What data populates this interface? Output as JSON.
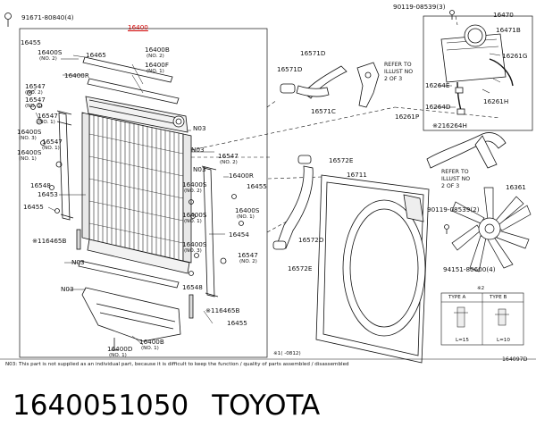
{
  "diagram": {
    "labels": {
      "p16400_main": "16400",
      "p91671": "91671-80840(4)",
      "p16455_a": "16455",
      "p16400S_a": "16400S",
      "p16400S_a_sub": "(NO. 2)",
      "p16465": "16465",
      "p16400B": "16400B",
      "p16400B_sub": "(NO. 2)",
      "p16400F": "16400F",
      "p16400F_sub": "(NO. 1)",
      "p16400R": "16400R",
      "p16547_a": "16547",
      "p16547_a_sub": "(NO. 2)",
      "p16547_b": "16547",
      "p16547_b_sub": "(NO. 1)",
      "p16400S_b": "16400S",
      "p16400S_b_sub": "(NO. 3)",
      "p16547_c": "16547",
      "p16547_c_sub": "(NO. 1)",
      "p16400S_c": "16400S",
      "p16400S_c_sub": "(NO. 1)",
      "p16548_a": "16548",
      "p16453": "16453",
      "p16455_b": "16455",
      "p16465B_a": "※116465B",
      "pN03_a": "N03",
      "pN03_b": "N03",
      "pN03_c": "N03",
      "pN03_d": "N03",
      "pN03_e": "N03",
      "p16547_d": "16547",
      "p16547_d_sub": "(NO. 2)",
      "p16400R_b": "16400R",
      "p16455_c": "16455",
      "p16400S_d": "16400S",
      "p16400S_d_sub": "(NO. 2)",
      "p16400S_e": "16400S",
      "p16400S_e_sub": "(NO. 1)",
      "p16454": "16454",
      "p16400S_f": "16400S",
      "p16400S_f_sub": "(NO. 3)",
      "p16547_e": "16547",
      "p16547_e_sub": "(NO. 2)",
      "p16548_b": "16548",
      "p16465B_b": "※116465B",
      "p16455_d": "16455",
      "p16400D": "16400D",
      "p16400D_sub": "(NO. 1)",
      "p16400B_b": "16400B",
      "p16400B_b_sub": "(NO. 1)",
      "p16571D": "16571D",
      "p16571C": "16571C",
      "refer1_l1": "REFER TO",
      "refer1_l2": "ILLUST NO",
      "refer1_l3": "2 OF 3",
      "p16571D_b": "16571D",
      "p16572E_a": "16572E",
      "p16711": "16711",
      "p16572D": "16572D",
      "p16572E_b": "16572E",
      "p90119_top": "90119-08539(3)",
      "p16470": "16470",
      "p16471B": "16471B",
      "p16261G": "16261G",
      "p16264E": "16264E",
      "p16264D": "16264D",
      "p16261H": "16261H",
      "p16261P": "16261P",
      "p16264H": "※216264H",
      "refer2_l1": "REFER TO",
      "refer2_l2": "ILLUST NO",
      "refer2_l3": "2 OF 3",
      "p16361": "16361",
      "p90119_mid": "90119-08539(2)",
      "p94151": "94151-80600(4)",
      "typeA": "TYPE A",
      "typeB": "TYPE B",
      "typeA_len": "L=15",
      "typeB_len": "L=10",
      "star2": "※2",
      "footnote1": "※1(    -0812)",
      "footer_note": "N03: This part is not supplied as an individual part, because it is difficult to keep the function / quality of parts assembled / disassembled",
      "diagram_code": "164097D"
    },
    "highlight_color": "#d00000"
  },
  "caption": {
    "part_number": "1640051050",
    "brand": "TOYOTA"
  }
}
